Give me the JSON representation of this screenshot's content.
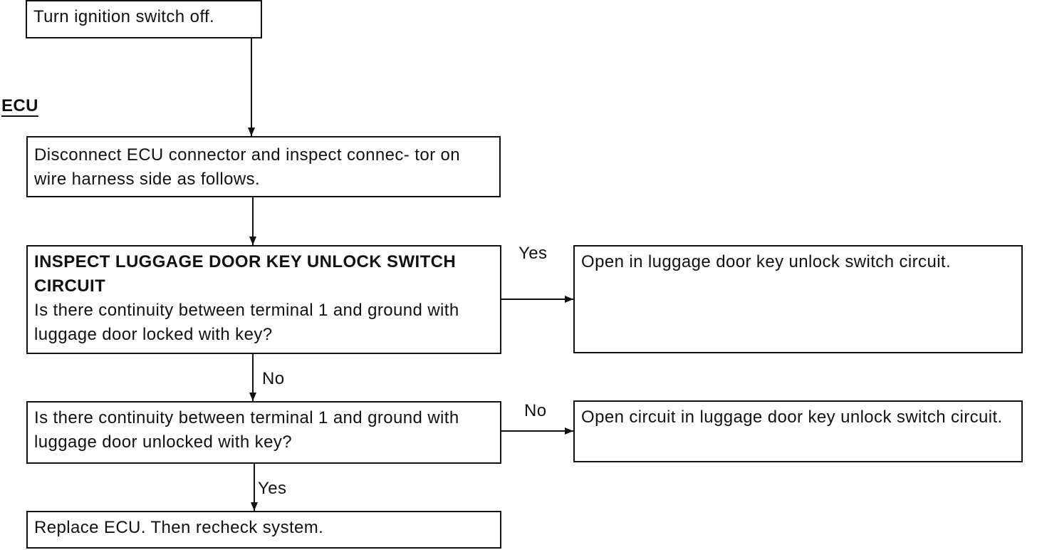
{
  "section_label": "ECU",
  "steps": {
    "ignition_off": "Turn ignition switch off.",
    "disconnect_ecu": "Disconnect ECU connector and inspect connec- tor on wire harness side as follows.",
    "inspect_title": "INSPECT LUGGAGE DOOR KEY UNLOCK SWITCH CIRCUIT",
    "inspect_question": "Is there continuity between terminal 1 and ground with luggage door locked with key?",
    "unlocked_question": "Is there continuity between terminal 1 and ground with luggage door unlocked with key?",
    "replace_ecu": "Replace ECU. Then recheck system."
  },
  "results": {
    "open_in_switch_circuit": "Open in luggage door key unlock switch circuit.",
    "open_circuit_in_switch_circuit": "Open circuit in luggage door key unlock switch circuit."
  },
  "branch_labels": {
    "inspect_yes": "Yes",
    "inspect_no": "No",
    "unlocked_no": "No",
    "unlocked_yes": "Yes"
  }
}
